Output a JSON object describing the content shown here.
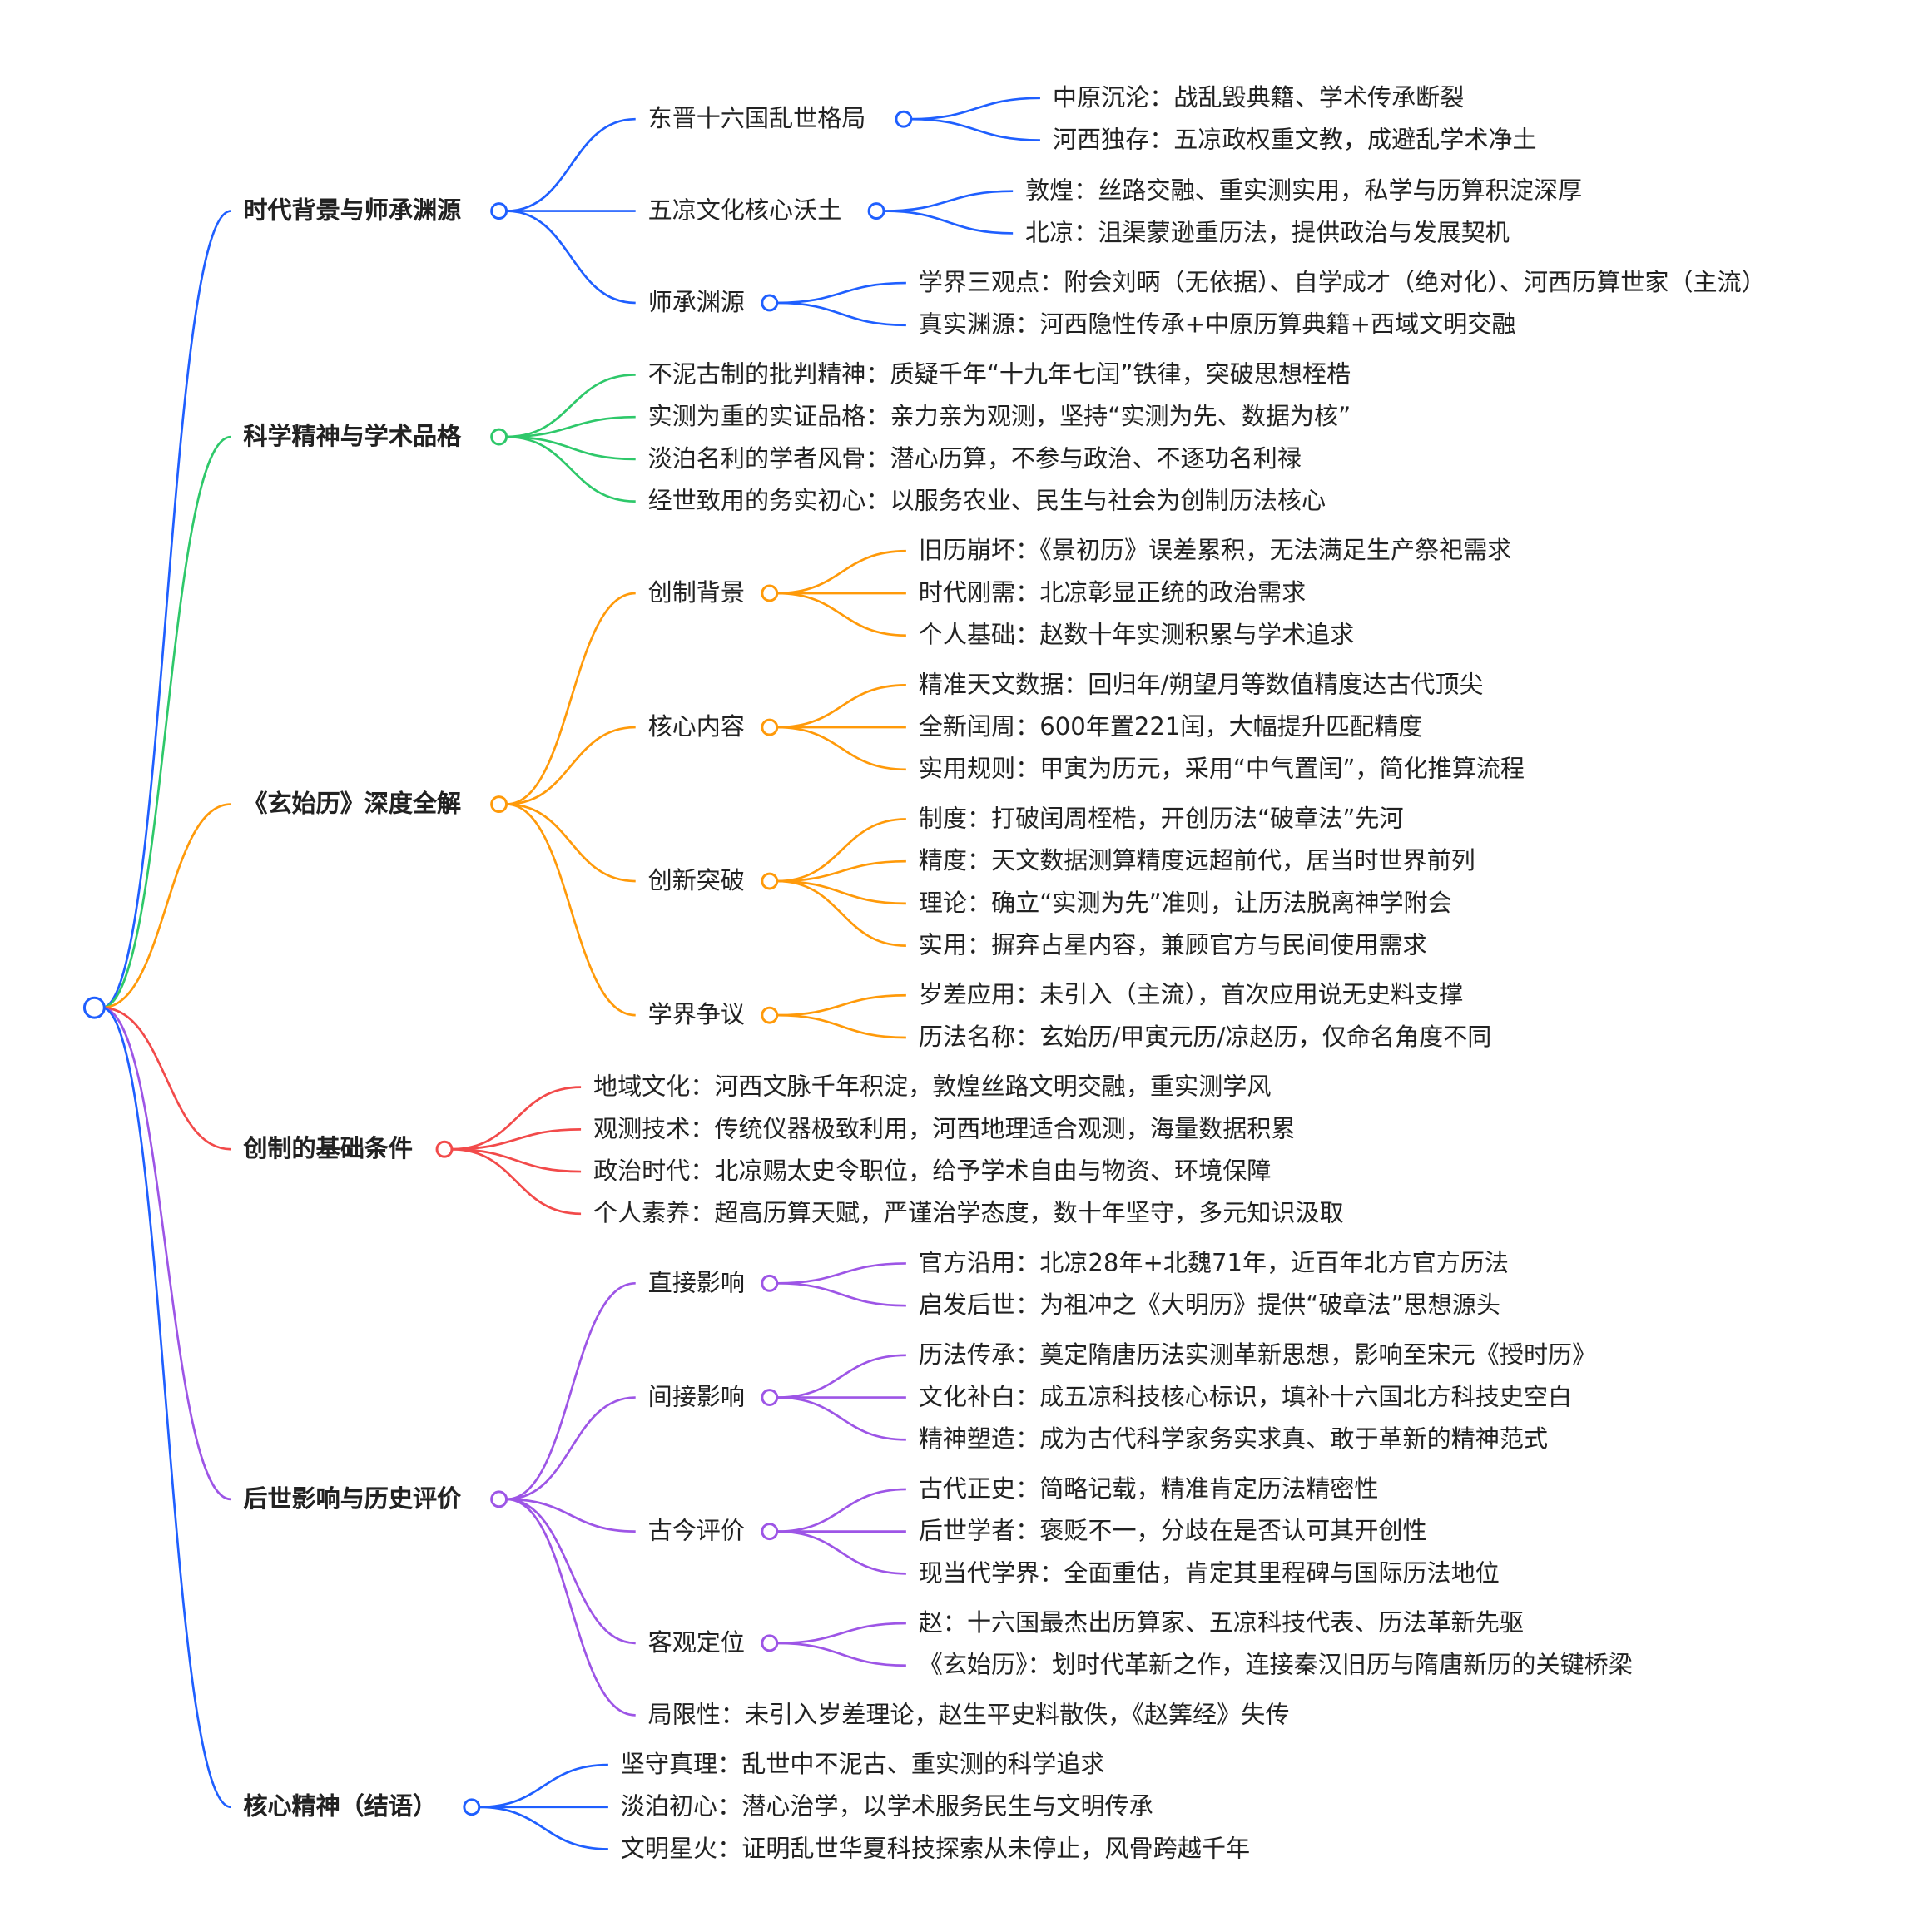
{
  "sections": [
    {
      "label": "时代背景与师承渊源",
      "color": "#1f5fff",
      "children": [
        {
          "label": "东晋十六国乱世格局",
          "leaves": [
            "中原沉沦：战乱毁典籍、学术传承断裂",
            "河西独存：五凉政权重文教，成避乱学术净土"
          ]
        },
        {
          "label": "五凉文化核心沃土",
          "leaves": [
            "敦煌：丝路交融、重实测实用，私学与历算积淀深厚",
            "北凉：沮渠蒙逊重历法，提供政治与发展契机"
          ]
        },
        {
          "label": "师承渊源",
          "leaves": [
            "学界三观点：附会刘昞（无依据）、自学成才（绝对化）、河西历算世家（主流）",
            "真实渊源：河西隐性传承+中原历算典籍+西域文明交融"
          ]
        }
      ]
    },
    {
      "label": "科学精神与学术品格",
      "color": "#2ec86a",
      "leaves": [
        "不泥古制的批判精神：质疑千年“十九年七闰”铁律，突破思想桎梏",
        "实测为重的实证品格：亲力亲为观测，坚持“实测为先、数据为核”",
        "淡泊名利的学者风骨：潜心历算，不参与政治、不逐功名利禄",
        "经世致用的务实初心：以服务农业、民生与社会为创制历法核心"
      ]
    },
    {
      "label": "《玄始历》深度全解",
      "color": "#ff9a0a",
      "children": [
        {
          "label": "创制背景",
          "leaves": [
            "旧历崩坏：《景初历》误差累积，无法满足生产祭祀需求",
            "时代刚需：北凉彰显正统的政治需求",
            "个人基础：赵𢾺数十年实测积累与学术追求"
          ]
        },
        {
          "label": "核心内容",
          "leaves": [
            "精准天文数据：回归年/朔望月等数值精度达古代顶尖",
            "全新闰周：600年置221闰，大幅提升匹配精度",
            "实用规则：甲寅为历元，采用“中气置闰”，简化推算流程"
          ]
        },
        {
          "label": "创新突破",
          "leaves": [
            "制度：打破闰周桎梏，开创历法“破章法”先河",
            "精度：天文数据测算精度远超前代，居当时世界前列",
            "理论：确立“实测为先”准则，让历法脱离神学附会",
            "实用：摒弃占星内容，兼顾官方与民间使用需求"
          ]
        },
        {
          "label": "学界争议",
          "leaves": [
            "岁差应用：未引入（主流），首次应用说无史料支撑",
            "历法名称：玄始历/甲寅元历/凉赵历，仅命名角度不同"
          ]
        }
      ]
    },
    {
      "label": "创制的基础条件",
      "color": "#f24a4a",
      "leaves": [
        "地域文化：河西文脉千年积淀，敦煌丝路文明交融，重实测学风",
        "观测技术：传统仪器极致利用，河西地理适合观测，海量数据积累",
        "政治时代：北凉赐太史令职位，给予学术自由与物资、环境保障",
        "个人素养：超高历算天赋，严谨治学态度，数十年坚守，多元知识汲取"
      ]
    },
    {
      "label": "后世影响与历史评价",
      "color": "#9d55e6",
      "children": [
        {
          "label": "直接影响",
          "leaves": [
            "官方沿用：北凉28年+北魏71年，近百年北方官方历法",
            "启发后世：为祖冲之《大明历》提供“破章法”思想源头"
          ]
        },
        {
          "label": "间接影响",
          "leaves": [
            "历法传承：奠定隋唐历法实测革新思想，影响至宋元《授时历》",
            "文化补白：成五凉科技核心标识，填补十六国北方科技史空白",
            "精神塑造：成为古代科学家务实求真、敢于革新的精神范式"
          ]
        },
        {
          "label": "古今评价",
          "leaves": [
            "古代正史：简略记载，精准肯定历法精密性",
            "后世学者：褒贬不一，分歧在是否认可其开创性",
            "现当代学界：全面重估，肯定其里程碑与国际历法地位"
          ]
        },
        {
          "label": "客观定位",
          "leaves": [
            "赵𢾺：十六国最杰出历算家、五凉科技代表、历法革新先驱",
            "《玄始历》：划时代革新之作，连接秦汉旧历与隋唐新历的关键桥梁"
          ]
        },
        {
          "label": "局限性：未引入岁差理论，赵𢾺生平史料散佚，《赵𢾺筭经》失传"
        }
      ]
    },
    {
      "label": "核心精神（结语）",
      "color": "#1f5fff",
      "leaves": [
        "坚守真理：乱世中不泥古、重实测的科学追求",
        "淡泊初心：潜心治学，以学术服务民生与文明传承",
        "文明星火：证明乱世华夏科技探索从未停止，风骨跨越千年"
      ]
    }
  ]
}
